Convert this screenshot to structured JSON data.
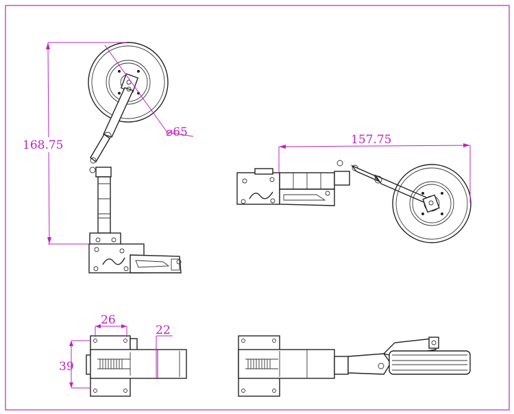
{
  "drawing": {
    "colors": {
      "frame": "#c020c0",
      "dimension": "#c020c0",
      "lines": "#222222"
    },
    "dimensions": {
      "side_height": "168.75",
      "wheel_diameter": "⌀65",
      "retracted_length": "157.75",
      "bottom_width": "26",
      "bottom_height": "39",
      "bottom_depth": "22"
    }
  }
}
